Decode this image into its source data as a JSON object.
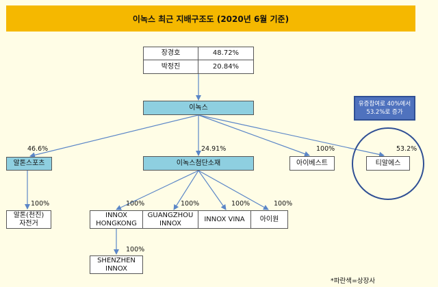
{
  "title": "이녹스 최근 지배구조도 (2020년 6월 기준)",
  "shareholders": [
    {
      "name": "장경호",
      "pct": "48.72%"
    },
    {
      "name": "박정진",
      "pct": "20.84%"
    }
  ],
  "parent": "이녹스",
  "subsidiaries": {
    "alton_sports": {
      "name": "알톤스포츠",
      "pct": "46.6%"
    },
    "innox_advanced": {
      "name": "이녹스첨단소재",
      "pct": "24.91%"
    },
    "ibest": {
      "name": "아이베스트",
      "pct": "100%"
    },
    "tial_s": {
      "name": "티알에스",
      "pct": "53.2%"
    }
  },
  "alton_child": {
    "name_line1": "알톤(천진)",
    "name_line2": "자전거",
    "pct": "100%"
  },
  "innox_children": [
    {
      "line1": "INNOX",
      "line2": "HONGKONG",
      "pct": "100%"
    },
    {
      "line1": "GUANGZHOU",
      "line2": "INNOX",
      "pct": "100%"
    },
    {
      "line1": "INNOX VINA",
      "line2": "",
      "pct": "100%"
    },
    {
      "line1": "아이원",
      "line2": "",
      "pct": "100%"
    }
  ],
  "shenzhen": {
    "line1": "SHENZHEN",
    "line2": "INNOX",
    "pct": "100%"
  },
  "note": {
    "line1": "유증참여로 40%에서",
    "line2": "53.2%로 증가"
  },
  "legend": "*파란색=상장사",
  "colors": {
    "listed": "#8ecfe0",
    "title_bar": "#f5b800",
    "lines": "#5b86c7",
    "note_bg": "#4f72be"
  }
}
